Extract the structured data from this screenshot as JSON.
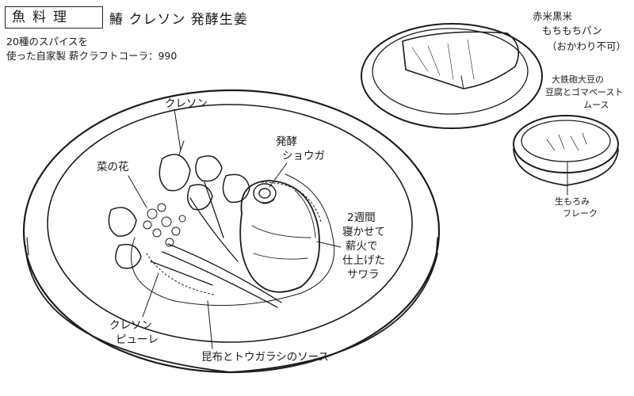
{
  "header": {
    "category": "魚料理",
    "dish_title": "鰆 クレソン 発酵生姜"
  },
  "drink_note": {
    "line1": "20種のスパイスを",
    "line2": "使った自家製 薪クラフトコーラ：990"
  },
  "side_bread": {
    "line1": "赤米黒米",
    "line2": "もちもちパン",
    "line3": "（おかわり不可）"
  },
  "side_bowl": {
    "line1": "大鉄砲大豆の",
    "line2": "豆腐とゴマペースト",
    "line3": "ムース",
    "topping_line1": "生もろみ",
    "topping_line2": "フレーク"
  },
  "main_labels": {
    "watercress": "クレソン",
    "nanohana": "菜の花",
    "ginger_line1": "発酵",
    "ginger_line2": "ショウガ",
    "fish_line1": "2週間",
    "fish_line2": "寝かせて",
    "fish_line3": "薪火で",
    "fish_line4": "仕上げた",
    "fish_line5": "サワラ",
    "puree_line1": "クレソン",
    "puree_line2": "ピューレ",
    "sauce": "昆布とトウガラシのソース"
  }
}
